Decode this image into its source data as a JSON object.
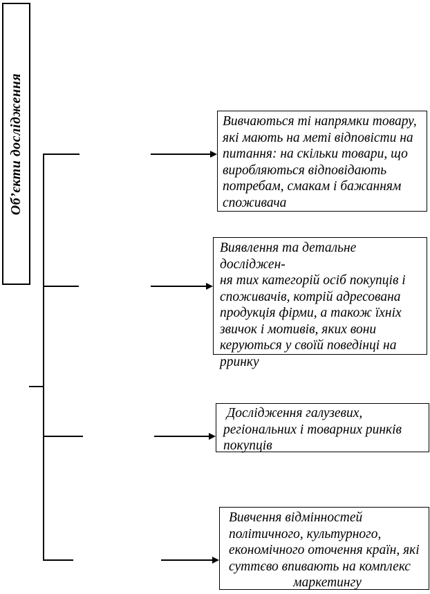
{
  "colors": {
    "background": "#ffffff",
    "line": "#000000",
    "text": "#000000"
  },
  "diagram": {
    "side_label": "Об’єкти дослідження",
    "boxes": [
      {
        "id": "box-1",
        "text": "Вивчаються ті напрямки товару,\nякі мають на меті відповісти на\nпитання: на скільки товари, що\nвиробляються відповідають\nпотребам, смакам і бажанням\nспоживача"
      },
      {
        "id": "box-2",
        "text": "Виявлення та детальне досліджен-\nня тих категорій осіб покупців і\nспоживачів, котрій адресована\nпродукція фірми, а також їхніх\nзвичок і мотивів, яких вони\nкеруються у своїй поведінці на\nрринку"
      },
      {
        "id": "box-3",
        "text": " Дослідження галузевих,\nрегіональних і товарних ринків\nпокупців"
      },
      {
        "id": "box-4",
        "text": "Вивчення відмінностей\nполітичного, культурного,\nекономічного оточення країн, які\nсуттєво впивають на комплекс",
        "text_center": "маркетингу"
      }
    ]
  }
}
